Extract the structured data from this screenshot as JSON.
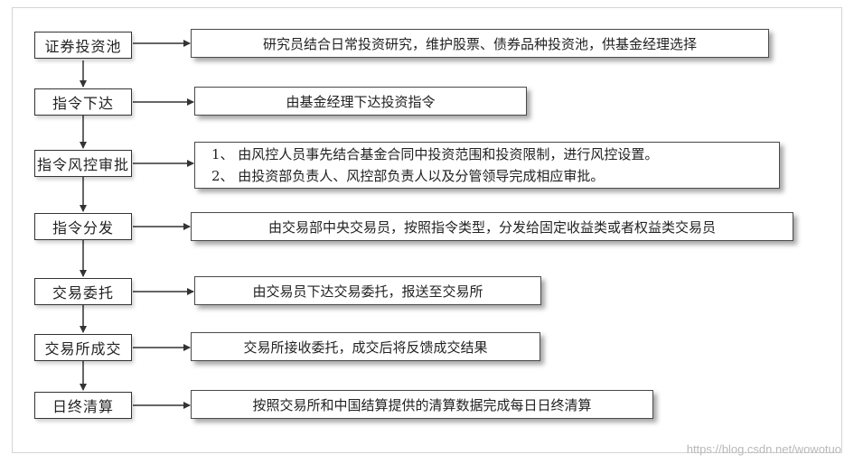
{
  "steps": [
    {
      "label": "证券投资池"
    },
    {
      "label": "指令下达"
    },
    {
      "label": "指令风控审批"
    },
    {
      "label": "指令分发"
    },
    {
      "label": "交易委托"
    },
    {
      "label": "交易所成交"
    },
    {
      "label": "日终清算"
    }
  ],
  "notes": [
    {
      "lines": [
        "研究员结合日常投资研究，维护股票、债券品种投资池，供基金经理选择"
      ]
    },
    {
      "lines": [
        "由基金经理下达投资指令"
      ]
    },
    {
      "lines": [
        "1、 由风控人员事先结合基金合同中投资范围和投资限制，进行风控设置。",
        "2、 由投资部负责人、风控部负责人以及分管领导完成相应审批。"
      ]
    },
    {
      "lines": [
        "由交易部中央交易员，按照指令类型，分发给固定收益类或者权益类交易员"
      ]
    },
    {
      "lines": [
        "由交易员下达交易委托，报送至交易所"
      ]
    },
    {
      "lines": [
        "交易所接收委托，成交后将反馈成交结果"
      ]
    },
    {
      "lines": [
        "按照交易所和中国结算提供的清算数据完成每日日终清算"
      ]
    }
  ],
  "watermark": "https://blog.csdn.net/wowotuo",
  "colors": {
    "line": "#333333",
    "border": "#4a4a4a",
    "watermark": "#b8b8b8"
  }
}
